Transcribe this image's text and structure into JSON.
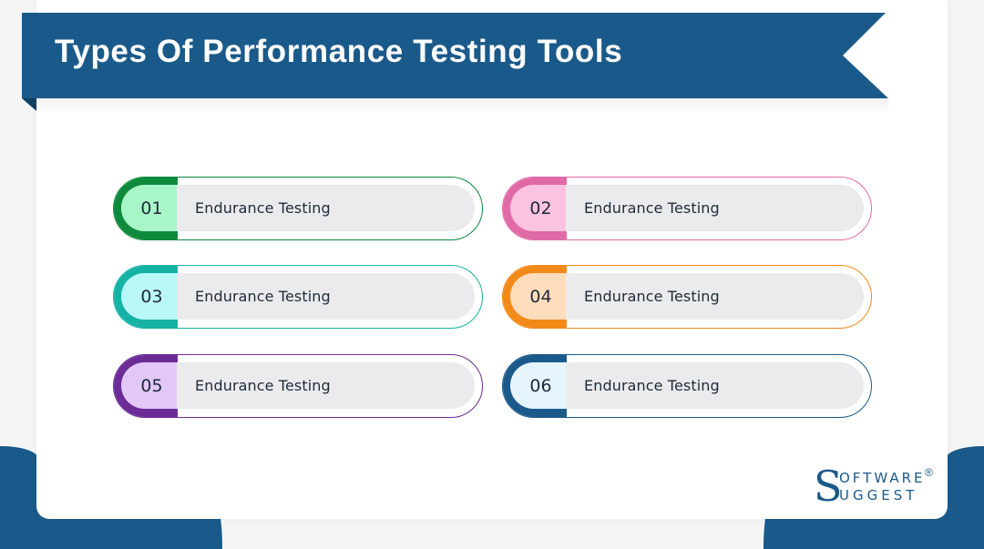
{
  "header": {
    "title": "Types Of Performance Testing Tools",
    "ribbon_color": "#1a5a8a"
  },
  "items": [
    {
      "number": "01",
      "label": "Endurance Testing",
      "accent": "#0e8a3c",
      "tint": "#a8f5c8"
    },
    {
      "number": "02",
      "label": "Endurance Testing",
      "accent": "#e06aa6",
      "tint": "#fcc3e0"
    },
    {
      "number": "03",
      "label": "Endurance Testing",
      "accent": "#16b2a6",
      "tint": "#b9f8f6"
    },
    {
      "number": "04",
      "label": "Endurance Testing",
      "accent": "#f28a1a",
      "tint": "#fddcbc"
    },
    {
      "number": "05",
      "label": "Endurance Testing",
      "accent": "#6c2c96",
      "tint": "#e2c8f7"
    },
    {
      "number": "06",
      "label": "Endurance Testing",
      "accent": "#1a5a8a",
      "tint": "#e6f4fd"
    }
  ],
  "logo": {
    "initial_s": "S",
    "line1": "OFTWARE",
    "line2": "UGGEST",
    "registered": "®",
    "color": "#1a5a8a"
  }
}
